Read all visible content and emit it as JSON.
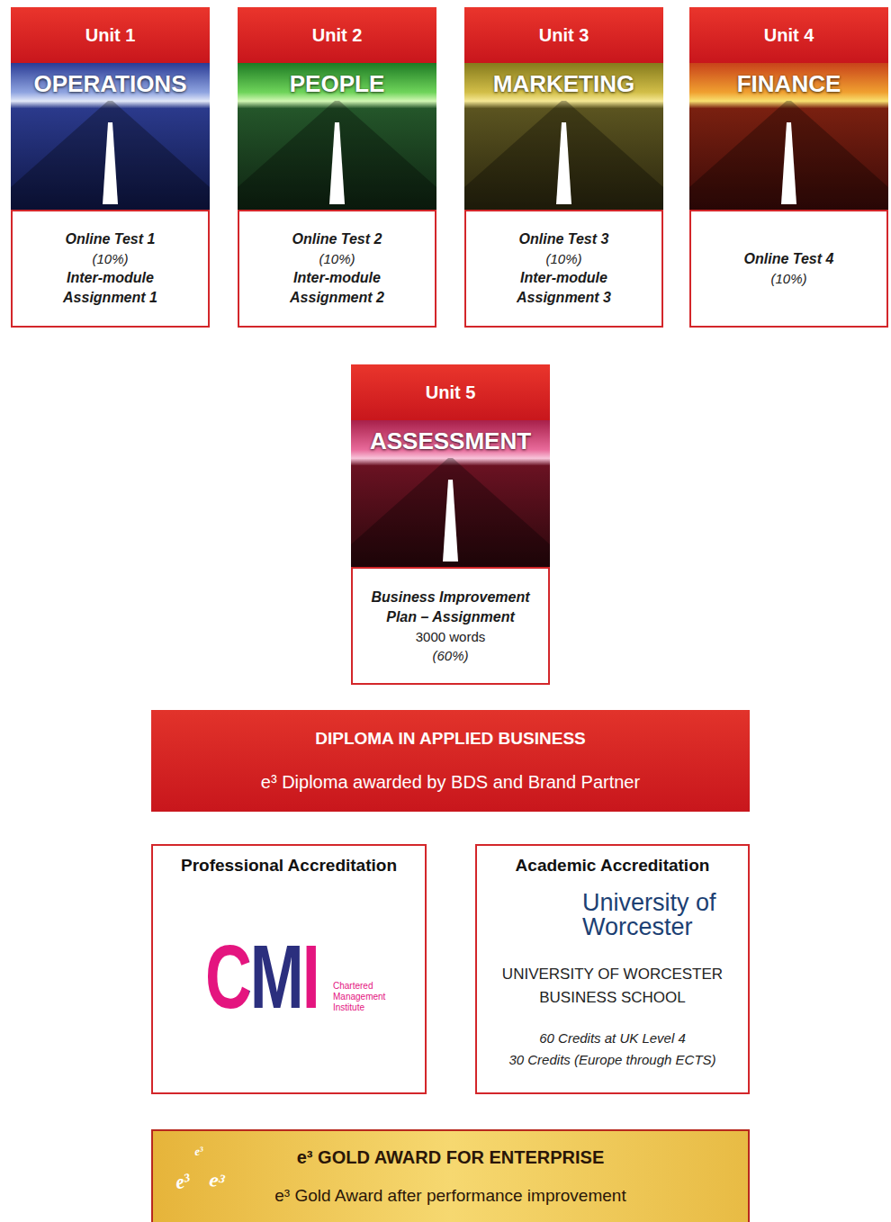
{
  "diagram": {
    "nodes": [
      {
        "text": [
          "Unit 1",
          "OPERATIONS",
          "Online Test 1",
          "(10%)",
          "Inter-module Assignment 1"
        ]
      },
      {
        "text": [
          "Unit 2",
          "PEOPLE",
          "Online Test 2",
          "(10%)",
          "Inter-module Assignment 2"
        ]
      },
      {
        "text": [
          "Unit 3",
          "MARKETING",
          "Online Test 3",
          "(10%)",
          "Inter-module Assignment 3"
        ]
      },
      {
        "text": [
          "Unit 4",
          "FINANCE",
          "Online Test 4",
          "(10%)"
        ]
      },
      {
        "text": [
          "Unit 5",
          "ASSESSMENT",
          "Business Improvement Plan – Assignment",
          "3000 words",
          "(60%)"
        ]
      },
      {
        "text": [
          "DIPLOMA IN APPLIED BUSINESS",
          "e³ Diploma awarded by BDS and Brand Partner"
        ]
      },
      {
        "text": [
          "Professional Accreditation",
          "CMI",
          "Chartered Management Institute"
        ]
      },
      {
        "text": [
          "Academic Accreditation",
          "University of Worcester",
          "UNIVERSITY OF WORCESTER BUSINESS SCHOOL",
          "60 Credits at UK Level 4",
          "30 Credits (Europe through ECTS)"
        ]
      },
      {
        "text": [
          "e³ GOLD AWARD FOR ENTERPRISE",
          "e³ Gold Award after performance improvement"
        ]
      }
    ],
    "edges": [
      {
        "from": 0,
        "to": 4,
        "arrow": "none"
      },
      {
        "from": 1,
        "to": 4,
        "arrow": "none"
      },
      {
        "from": 2,
        "to": 4,
        "arrow": "none"
      },
      {
        "from": 3,
        "to": 4,
        "arrow": "none"
      },
      {
        "from": 4,
        "to": 5,
        "arrow": "none"
      },
      {
        "from": 5,
        "to": 6,
        "arrow": "none"
      },
      {
        "from": 5,
        "to": 7,
        "arrow": "none"
      },
      {
        "from": 5,
        "to": 8,
        "arrow": "none"
      }
    ],
    "labels": [
      "e³",
      "e³",
      "e³"
    ]
  }
}
